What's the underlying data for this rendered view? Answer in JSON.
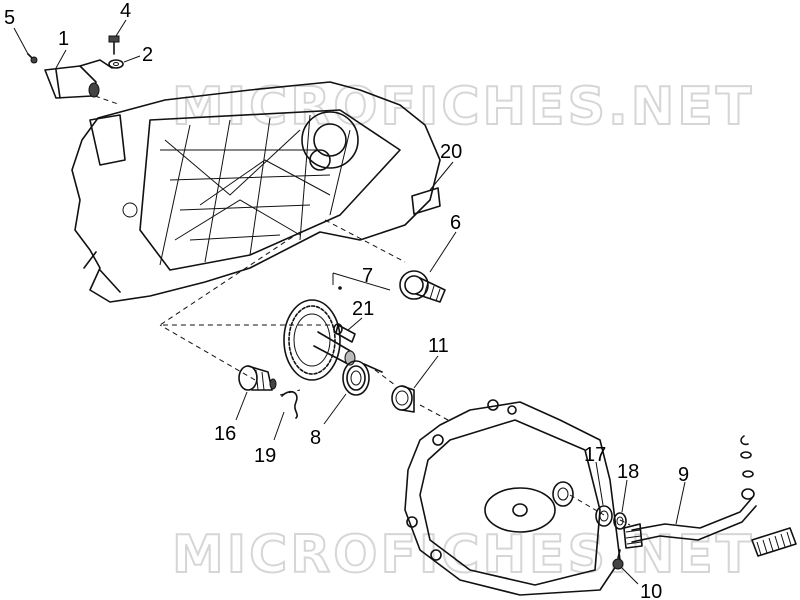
{
  "watermarks": [
    "MICROFICHES.NET",
    "MICROFICHES.NET"
  ],
  "part_numbers": [
    "5",
    "1",
    "4",
    "2",
    "20",
    "6",
    "7",
    "21",
    "11",
    "16",
    "19",
    "8",
    "17",
    "18",
    "9",
    "10"
  ]
}
